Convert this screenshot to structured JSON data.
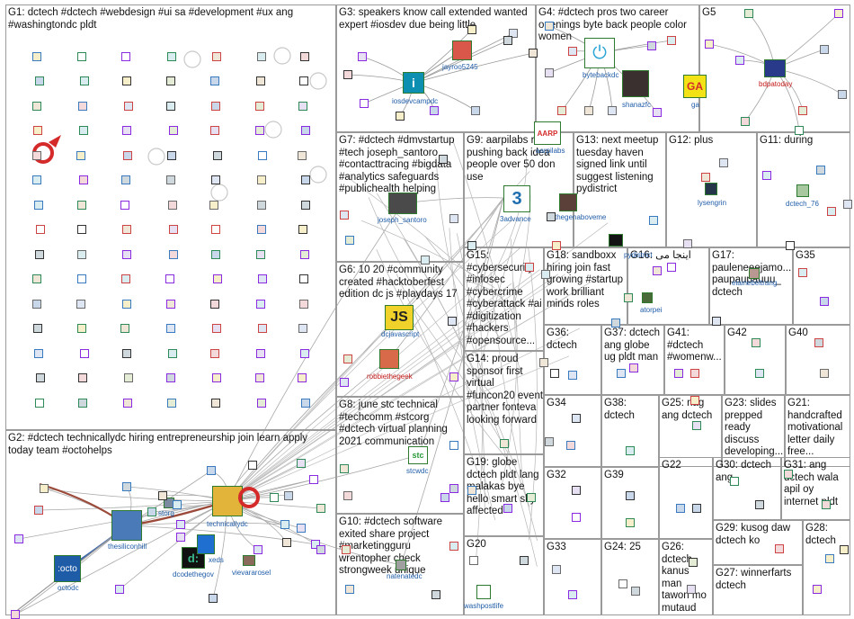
{
  "groups": [
    {
      "id": "G1",
      "label": "G1: dctech #dctech #webdesign #ui sa #development #ux ang #washingtondc pldt"
    },
    {
      "id": "G2",
      "label": "G2: #dctech technicallydc hiring entrepreneurship join learn apply today team #octohelps"
    },
    {
      "id": "G3",
      "label": "G3: speakers know call extended wanted expert #iosdev due being little"
    },
    {
      "id": "G4",
      "label": "G4: #dctech pros two career openings byte back people color women"
    },
    {
      "id": "G5",
      "label": "G5"
    },
    {
      "id": "G7",
      "label": "G7: #dctech #dmvstartup #tech joseph_santoro #contacttracing #bigdata #analytics safeguards #publichealth helping"
    },
    {
      "id": "G9",
      "label": "G9: aarpilabs re pushing back idea people over 50 don use"
    },
    {
      "id": "G13",
      "label": "G13: next meetup tuesday haven signed link until suggest listening pydistrict"
    },
    {
      "id": "G12",
      "label": "G12: plus"
    },
    {
      "id": "G11",
      "label": "G11: during"
    },
    {
      "id": "G15",
      "label": "G15: #cybersecurity #infosec #cybercrime #cyberattack #ai #digitization #hackers #opensource..."
    },
    {
      "id": "G18",
      "label": "G18: sandboxx hiring join fast growing #startup work brilliant minds roles"
    },
    {
      "id": "G16",
      "label": "G16: اینجا می"
    },
    {
      "id": "G17",
      "label": "G17: pauleneeejamo... paupaupauuu_ dctech"
    },
    {
      "id": "G35",
      "label": "G35"
    },
    {
      "id": "G6",
      "label": "G6: 10 20 #community created #hacktoberfest edition dc js #playdays 17"
    },
    {
      "id": "G36",
      "label": "G36: dctech"
    },
    {
      "id": "G37",
      "label": "G37: dctech ang globe ug pldt man"
    },
    {
      "id": "G41",
      "label": "G41: #dctech #womenw..."
    },
    {
      "id": "G42",
      "label": "G42"
    },
    {
      "id": "G40",
      "label": "G40"
    },
    {
      "id": "G14",
      "label": "G14: proud sponsor first virtual #funcon20 event partner fonteva looking forward"
    },
    {
      "id": "G8",
      "label": "G8: june stc technical #techcomm #stcorg #dctech virtual planning 2021 communication"
    },
    {
      "id": "G34",
      "label": "G34"
    },
    {
      "id": "G38",
      "label": "G38: dctech"
    },
    {
      "id": "G25",
      "label": "G25: nag ang dctech"
    },
    {
      "id": "G23",
      "label": "G23: slides prepped ready discuss developing..."
    },
    {
      "id": "G21",
      "label": "G21: handcrafted motivational letter daily free..."
    },
    {
      "id": "G19",
      "label": "G19: globe dctech pldt lang malakas bye hello smart sky affected"
    },
    {
      "id": "G32",
      "label": "G32"
    },
    {
      "id": "G39",
      "label": "G39"
    },
    {
      "id": "G22",
      "label": "G22"
    },
    {
      "id": "G30",
      "label": "G30: dctech ang"
    },
    {
      "id": "G31",
      "label": "G31: ang dctech wala apil oy internet pldt"
    },
    {
      "id": "G10",
      "label": "G10: #dctech software exited share project #marketingguru wrentopher check strongweek unique"
    },
    {
      "id": "G29",
      "label": "G29: kusog daw dctech ko"
    },
    {
      "id": "G28",
      "label": "G28: dctech"
    },
    {
      "id": "G20",
      "label": "G20"
    },
    {
      "id": "G33",
      "label": "G33"
    },
    {
      "id": "G24",
      "label": "G24: 25"
    },
    {
      "id": "G26",
      "label": "G26: dctech kanus man tawon mo mutaud"
    },
    {
      "id": "G27",
      "label": "G27: winnerfarts dctech"
    }
  ],
  "hubs": [
    {
      "id": "iosdevcampdc",
      "label": "iosdevcampdc",
      "glyph": "i",
      "color": "#0c8fb0",
      "text": "#ffffff",
      "label_color": "blue"
    },
    {
      "id": "jayroo5245",
      "label": "jayroo5245",
      "glyph": "",
      "color": "#d9574a",
      "text": "#ffffff",
      "label_color": "blue"
    },
    {
      "id": "bytebackdc",
      "label": "bytebackdc",
      "glyph": "⏻",
      "color": "#ffffff",
      "text": "#2aa5d6",
      "label_color": "blue"
    },
    {
      "id": "shanazfc",
      "label": "shanazfc",
      "glyph": "",
      "color": "#3b3030",
      "text": "#ffffff",
      "label_color": "blue"
    },
    {
      "id": "ga",
      "label": "ga",
      "glyph": "GA",
      "color": "#f2e216",
      "text": "#d42a2a",
      "label_color": "blue"
    },
    {
      "id": "bdpatoday",
      "label": "bdpatoday",
      "glyph": "",
      "color": "#2a3a8a",
      "text": "#ffffff",
      "label_color": "red"
    },
    {
      "id": "joseph_santoro",
      "label": "joseph_santoro",
      "glyph": "",
      "color": "#4a4a4a",
      "text": "#ffffff",
      "label_color": "blue"
    },
    {
      "id": "aarpilabs",
      "label": "aarpilabs",
      "glyph": "AARP",
      "color": "#ffffff",
      "text": "#d42a2a",
      "label_color": "blue"
    },
    {
      "id": "3advance",
      "label": "3advance",
      "glyph": "3",
      "color": "#ffffff",
      "text": "#1f6fb0",
      "label_color": "blue"
    },
    {
      "id": "thegenaboveme",
      "label": "thegenaboveme",
      "glyph": "",
      "color": "#5a4038",
      "text": "#ffffff",
      "label_color": "blue"
    },
    {
      "id": "pydistrict",
      "label": "pydistrict",
      "glyph": "",
      "color": "#141414",
      "text": "#ffffff",
      "label_color": "blue"
    },
    {
      "id": "lysengrin",
      "label": "lysengrin",
      "glyph": "",
      "color": "#26364a",
      "text": "#ffffff",
      "label_color": "blue"
    },
    {
      "id": "dctech_76",
      "label": "dctech_76",
      "glyph": "",
      "color": "#a8c8a0",
      "text": "#ffffff",
      "label_color": "blue"
    },
    {
      "id": "atorpei",
      "label": "atorpei",
      "glyph": "",
      "color": "#4a6a3a",
      "text": "#ffffff",
      "label_color": "blue"
    },
    {
      "id": "elainebeltrang",
      "label": "elainebeltrang",
      "glyph": "",
      "color": "#b89890",
      "text": "#ffffff",
      "label_color": "blue"
    },
    {
      "id": "dcjavascript",
      "label": "dcjavascript",
      "glyph": "JS",
      "color": "#f0d22a",
      "text": "#222222",
      "label_color": "blue"
    },
    {
      "id": "robbiethegeek",
      "label": "robbiethegeek",
      "glyph": "",
      "color": "#d86a4a",
      "text": "#ffffff",
      "label_color": "red"
    },
    {
      "id": "stcwdc",
      "label": "stcwdc",
      "glyph": "stc",
      "color": "#ffffff",
      "text": "#2a9a3a",
      "label_color": "blue"
    },
    {
      "id": "thesiliconhill",
      "label": "thesiliconhill",
      "glyph": "",
      "color": "#4a7ab8",
      "text": "#ffffff",
      "label_color": "blue"
    },
    {
      "id": "technicallydc",
      "label": "technicallydc",
      "glyph": "",
      "color": "#e2b43a",
      "text": "#ffffff",
      "label_color": "blue"
    },
    {
      "id": "octodc",
      "label": "octodc",
      "glyph": ":octo",
      "color": "#1f5ca8",
      "text": "#ffffff",
      "label_color": "blue"
    },
    {
      "id": "dcodethegov",
      "label": "dcodethegov",
      "glyph": "d:",
      "color": "#111111",
      "text": "#3ab88a",
      "label_color": "blue"
    },
    {
      "id": "xeds",
      "label": "xeds",
      "glyph": "",
      "color": "#1f6fd0",
      "text": "#ffffff",
      "label_color": "blue"
    },
    {
      "id": "vievararosel",
      "label": "vievararosel",
      "glyph": "",
      "color": "#8a6a5a",
      "text": "#ffffff",
      "label_color": "blue"
    },
    {
      "id": "storg",
      "label": "storg",
      "glyph": "",
      "color": "#7a8aa0",
      "text": "#ffffff",
      "label_color": "blue"
    },
    {
      "id": "washpostlife",
      "label": "washpostlife",
      "glyph": "",
      "color": "#ffffff",
      "text": "#2aa5d6",
      "label_color": "blue"
    },
    {
      "id": "natenatedc",
      "label": "natenatedc",
      "glyph": "",
      "color": "#a0a0a0",
      "text": "#ffffff",
      "label_color": "blue"
    }
  ]
}
